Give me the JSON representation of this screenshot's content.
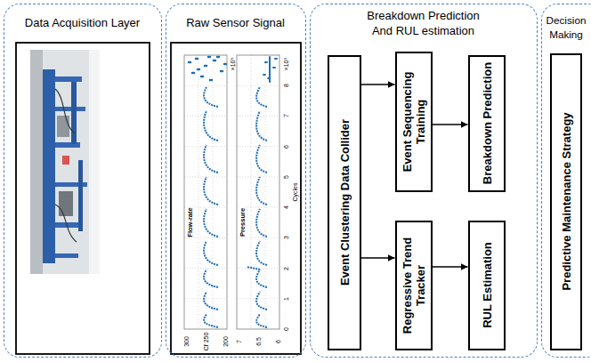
{
  "diagram": {
    "nodes": [
      {
        "text": [
          "Data Acquisition Layer"
        ]
      },
      {
        "text": [
          "Raw Sensor Signal"
        ]
      },
      {
        "text": [
          "Breakdown Prediction And RUL estimation"
        ]
      },
      {
        "text": [
          "Event Clustering Data Collider"
        ],
        "in": 2
      },
      {
        "text": [
          "Event Sequencing Training"
        ],
        "in": 2
      },
      {
        "text": [
          "Breakdown Prediction"
        ],
        "in": 2
      },
      {
        "text": [
          "Regressive Trend Tracker"
        ],
        "in": 2
      },
      {
        "text": [
          "RUL Estimation"
        ],
        "in": 2
      },
      {
        "text": [
          "Decision Making"
        ]
      },
      {
        "text": [
          "Predictive Maintenance Strategy"
        ],
        "in": 8
      }
    ],
    "edges": [
      {
        "from": 3,
        "to": 4,
        "arrow": "to"
      },
      {
        "from": 4,
        "to": 5,
        "arrow": "to"
      },
      {
        "from": 3,
        "to": 6,
        "arrow": "to"
      },
      {
        "from": 6,
        "to": 7,
        "arrow": "to"
      }
    ],
    "labels": [
      "300",
      "Cf 250",
      "200",
      "Flow-rate",
      "7",
      "6.5",
      "6",
      "Pressure",
      "Cycles",
      "×10⁵",
      "×10⁵",
      "0",
      "1",
      "2",
      "3",
      "4",
      "5",
      "6",
      "7",
      "8"
    ]
  }
}
